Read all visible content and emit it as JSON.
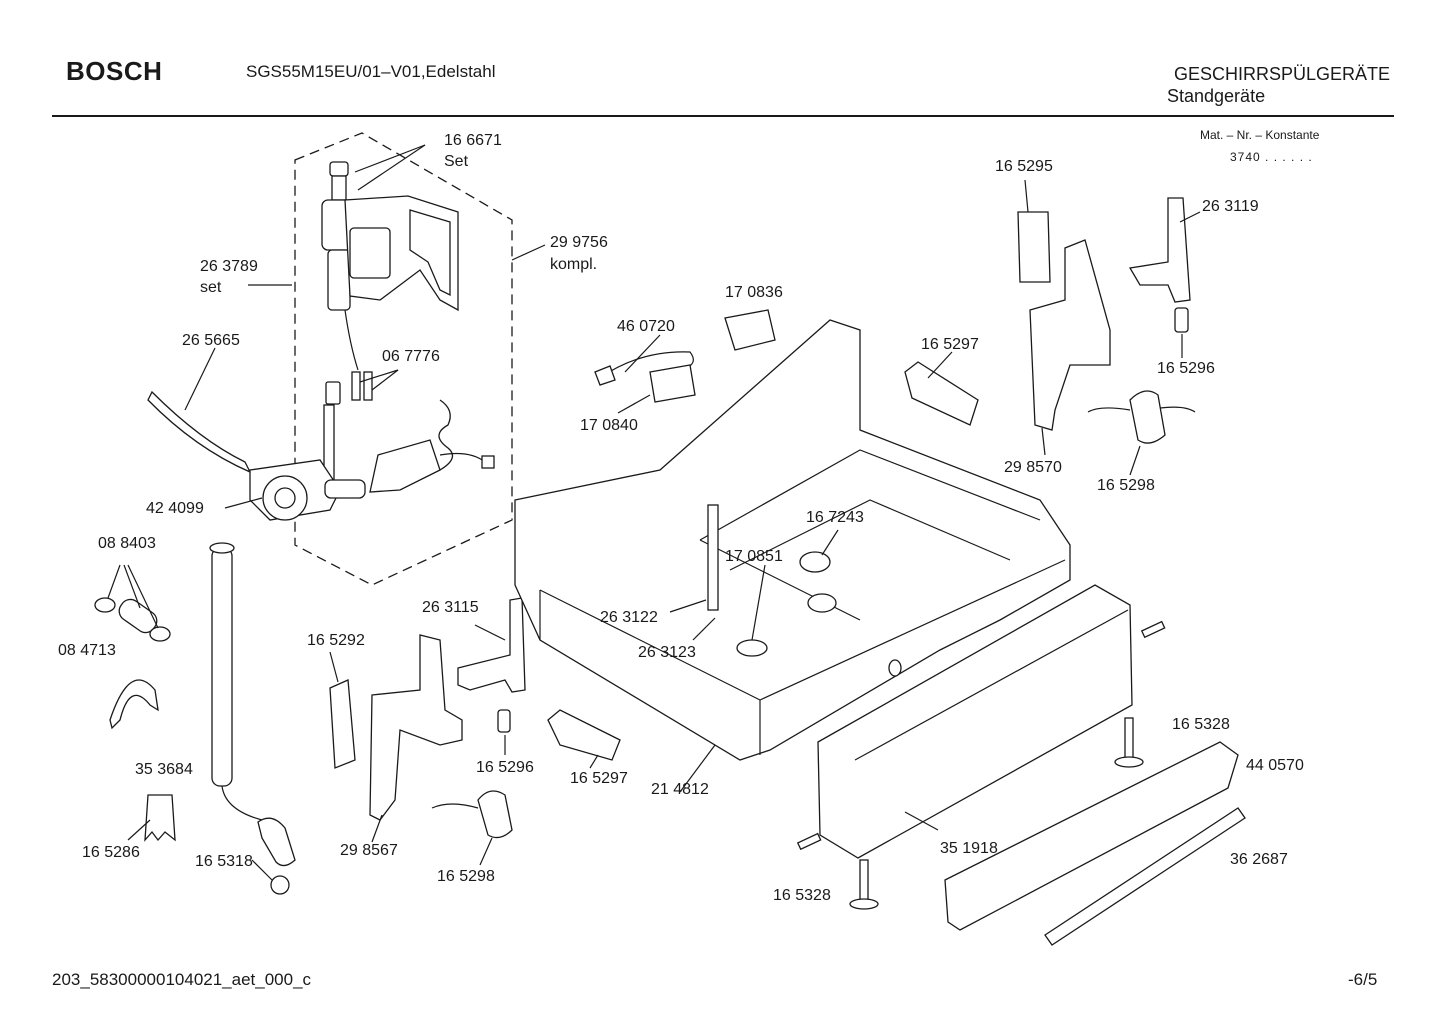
{
  "header": {
    "brand": "BOSCH",
    "model": "SGS55M15EU/01–V01,Edelstahl",
    "category": "GESCHIRRSPÜLGERÄTE",
    "subcategory": "Standgeräte",
    "mat_label": "Mat. – Nr. – Konstante",
    "mat_value": "3740 . . . . . ."
  },
  "footer": {
    "doc_id": "203_58300000104021_aet_000_c",
    "page": "-6/5"
  },
  "parts": [
    {
      "id": "p-166671",
      "text": "16 6671"
    },
    {
      "id": "p-166671-set",
      "text": "Set"
    },
    {
      "id": "p-299756",
      "text": "29 9756"
    },
    {
      "id": "p-299756-k",
      "text": "kompl."
    },
    {
      "id": "p-263789",
      "text": "26 3789"
    },
    {
      "id": "p-263789-s",
      "text": "set"
    },
    {
      "id": "p-265665",
      "text": "26 5665"
    },
    {
      "id": "p-067776",
      "text": "06 7776"
    },
    {
      "id": "p-424099",
      "text": "42 4099"
    },
    {
      "id": "p-088403",
      "text": "08 8403"
    },
    {
      "id": "p-084713",
      "text": "08 4713"
    },
    {
      "id": "p-353684",
      "text": "35 3684"
    },
    {
      "id": "p-165286",
      "text": "16 5286"
    },
    {
      "id": "p-165318",
      "text": "16 5318"
    },
    {
      "id": "p-165292",
      "text": "16 5292"
    },
    {
      "id": "p-263115",
      "text": "26 3115"
    },
    {
      "id": "p-298567",
      "text": "29 8567"
    },
    {
      "id": "p-165296a",
      "text": "16 5296"
    },
    {
      "id": "p-165298a",
      "text": "16 5298"
    },
    {
      "id": "p-165297a",
      "text": "16 5297"
    },
    {
      "id": "p-214812",
      "text": "21 4812"
    },
    {
      "id": "p-460720",
      "text": "46 0720"
    },
    {
      "id": "p-170836",
      "text": "17 0836"
    },
    {
      "id": "p-170840",
      "text": "17 0840"
    },
    {
      "id": "p-263122",
      "text": "26 3122"
    },
    {
      "id": "p-263123",
      "text": "26 3123"
    },
    {
      "id": "p-170851",
      "text": "17 0851"
    },
    {
      "id": "p-167243",
      "text": "16 7243"
    },
    {
      "id": "p-165297b",
      "text": "16 5297"
    },
    {
      "id": "p-165295",
      "text": "16 5295"
    },
    {
      "id": "p-263119",
      "text": "26 3119"
    },
    {
      "id": "p-165296b",
      "text": "16 5296"
    },
    {
      "id": "p-298570",
      "text": "29 8570"
    },
    {
      "id": "p-165298b",
      "text": "16 5298"
    },
    {
      "id": "p-165328a",
      "text": "16 5328"
    },
    {
      "id": "p-440570",
      "text": "44 0570"
    },
    {
      "id": "p-351918",
      "text": "35 1918"
    },
    {
      "id": "p-362687",
      "text": "36 2687"
    },
    {
      "id": "p-165328b",
      "text": "16 5328"
    }
  ]
}
